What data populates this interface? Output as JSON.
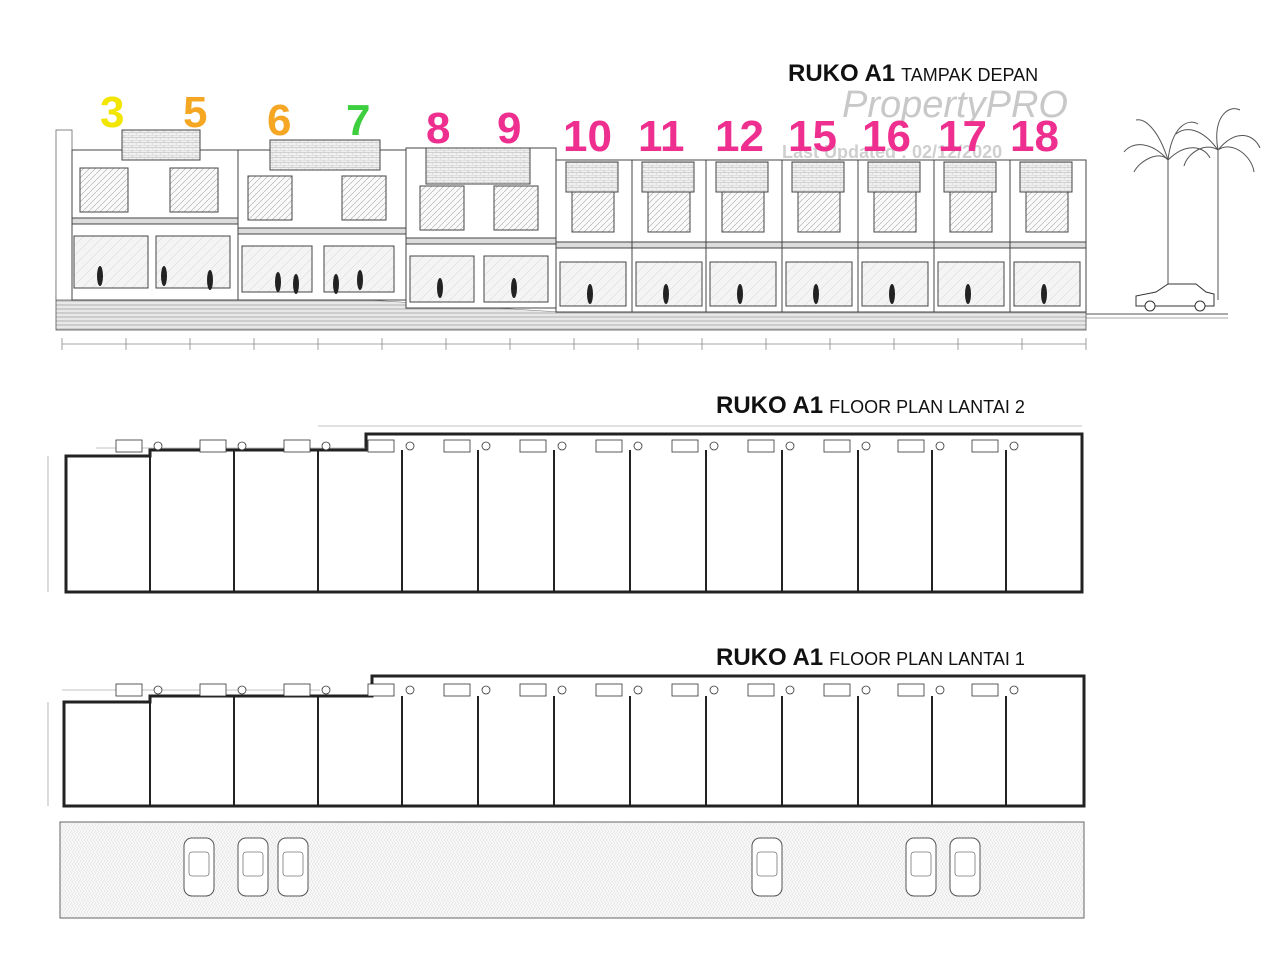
{
  "titles": {
    "elevation": {
      "main": "RUKO A1",
      "sub": "TAMPAK DEPAN"
    },
    "plan2": {
      "main": "RUKO A1",
      "sub": "FLOOR PLAN LANTAI 2"
    },
    "plan1": {
      "main": "RUKO A1",
      "sub": "FLOOR PLAN LANTAI 1"
    }
  },
  "watermark": {
    "brand": "PropertyPRO",
    "updated": "Last Updated : 02/12/2020"
  },
  "units": [
    {
      "label": "3",
      "color": "#f2e500"
    },
    {
      "label": "5",
      "color": "#f5a623"
    },
    {
      "label": "6",
      "color": "#f5a623"
    },
    {
      "label": "7",
      "color": "#3ecf3e"
    },
    {
      "label": "8",
      "color": "#ee2f8f"
    },
    {
      "label": "9",
      "color": "#ee2f8f"
    },
    {
      "label": "10",
      "color": "#ee2f8f"
    },
    {
      "label": "11",
      "color": "#ee2f8f"
    },
    {
      "label": "12",
      "color": "#ee2f8f"
    },
    {
      "label": "15",
      "color": "#ee2f8f"
    },
    {
      "label": "16",
      "color": "#ee2f8f"
    },
    {
      "label": "17",
      "color": "#ee2f8f"
    },
    {
      "label": "18",
      "color": "#ee2f8f"
    }
  ]
}
